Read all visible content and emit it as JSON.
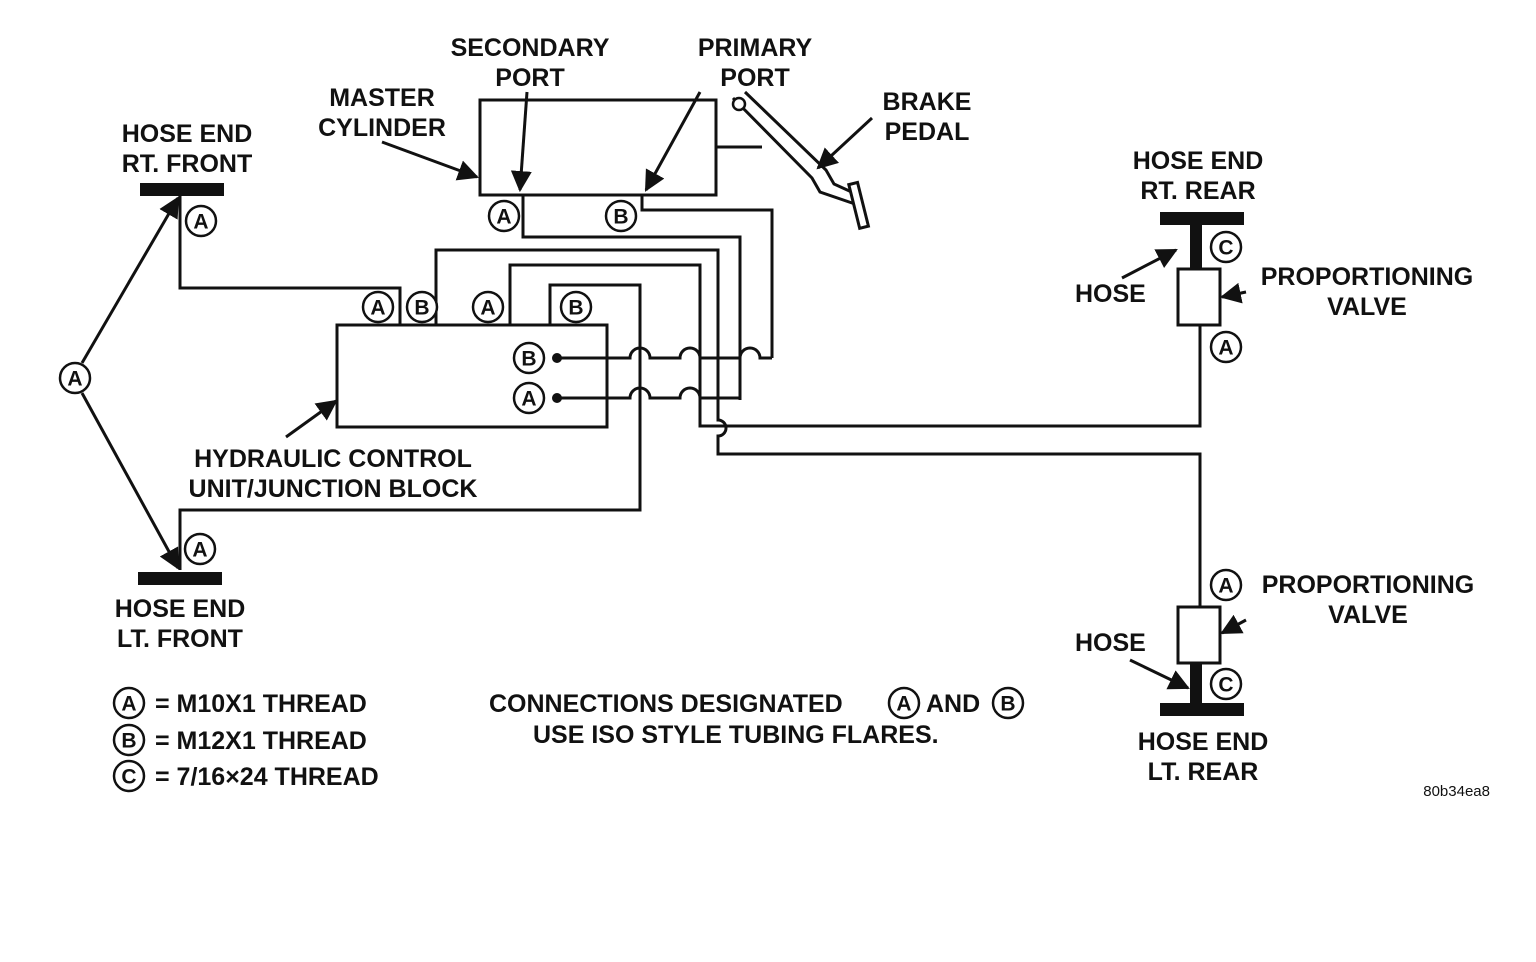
{
  "labels": {
    "secondary_port": [
      "SECONDARY",
      "PORT"
    ],
    "primary_port": [
      "PRIMARY",
      "PORT"
    ],
    "master_cylinder": [
      "MASTER",
      "CYLINDER"
    ],
    "brake_pedal": [
      "BRAKE",
      "PEDAL"
    ],
    "hose_end_rt_front": [
      "HOSE END",
      "RT. FRONT"
    ],
    "hose_end_lt_front": [
      "HOSE END",
      "LT. FRONT"
    ],
    "hose_end_rt_rear": [
      "HOSE END",
      "RT. REAR"
    ],
    "hose_end_lt_rear": [
      "HOSE END",
      "LT. REAR"
    ],
    "hydraulic_control_unit": [
      "HYDRAULIC CONTROL",
      "UNIT/JUNCTION BLOCK"
    ],
    "proportioning_valve_rear_rt": [
      "PROPORTIONING",
      "VALVE"
    ],
    "proportioning_valve_rear_lt": [
      "PROPORTIONING",
      "VALVE"
    ],
    "hose_rt": "HOSE",
    "hose_lt": "HOSE"
  },
  "legend": [
    {
      "symbol": "A",
      "text": "= M10X1 THREAD"
    },
    {
      "symbol": "B",
      "text": "= M12X1 THREAD"
    },
    {
      "symbol": "C",
      "text": "= 7/16×24 THREAD"
    }
  ],
  "note": {
    "line1_prefix": "CONNECTIONS DESIGNATED",
    "line1_sym1": "A",
    "line1_mid": "AND",
    "line1_sym2": "B",
    "line2": "USE ISO STYLE TUBING FLARES."
  },
  "callouts": {
    "mc_a": "A",
    "mc_b": "B",
    "hcu_top": [
      "A",
      "B",
      "A",
      "B"
    ],
    "hcu_side": [
      "B",
      "A"
    ],
    "rt_front": "A",
    "lt_front": "A",
    "left_common": "A",
    "rt_rear_c": "C",
    "rt_rear_a": "A",
    "lt_rear_a": "A",
    "lt_rear_c": "C"
  },
  "figure_code": "80b34ea8"
}
